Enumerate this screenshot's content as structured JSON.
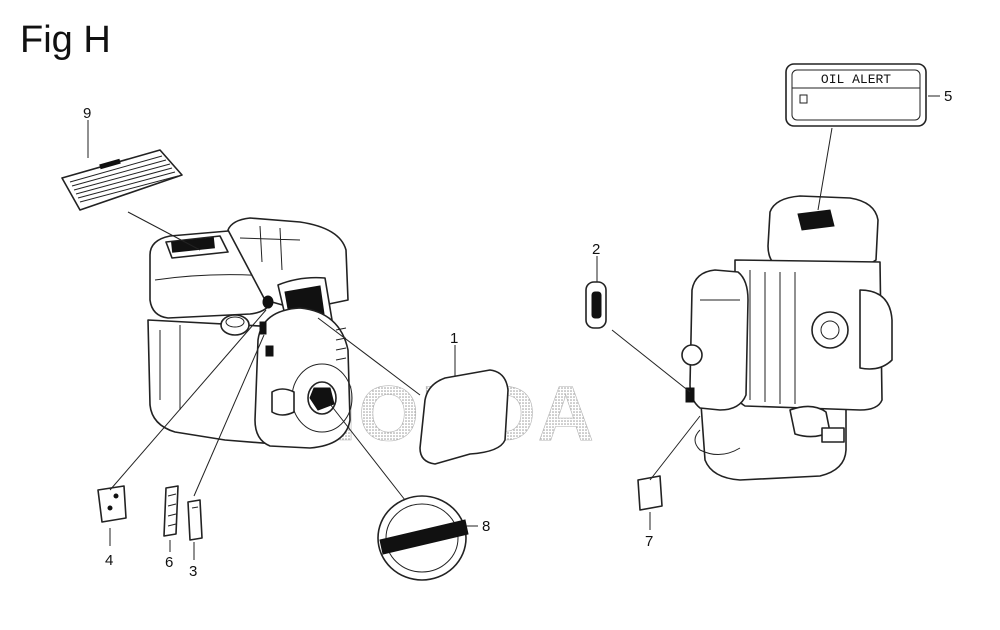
{
  "figure": {
    "title": "Fig H",
    "watermark": "HONDA",
    "colors": {
      "ink": "#222222",
      "watermark": "#cfcfcf",
      "background": "#ffffff"
    }
  },
  "labels": {
    "oil_alert": {
      "text": "OIL ALERT"
    }
  },
  "callouts": [
    {
      "number": "1"
    },
    {
      "number": "2"
    },
    {
      "number": "3"
    },
    {
      "number": "4"
    },
    {
      "number": "5"
    },
    {
      "number": "6"
    },
    {
      "number": "7"
    },
    {
      "number": "8"
    },
    {
      "number": "9"
    }
  ]
}
